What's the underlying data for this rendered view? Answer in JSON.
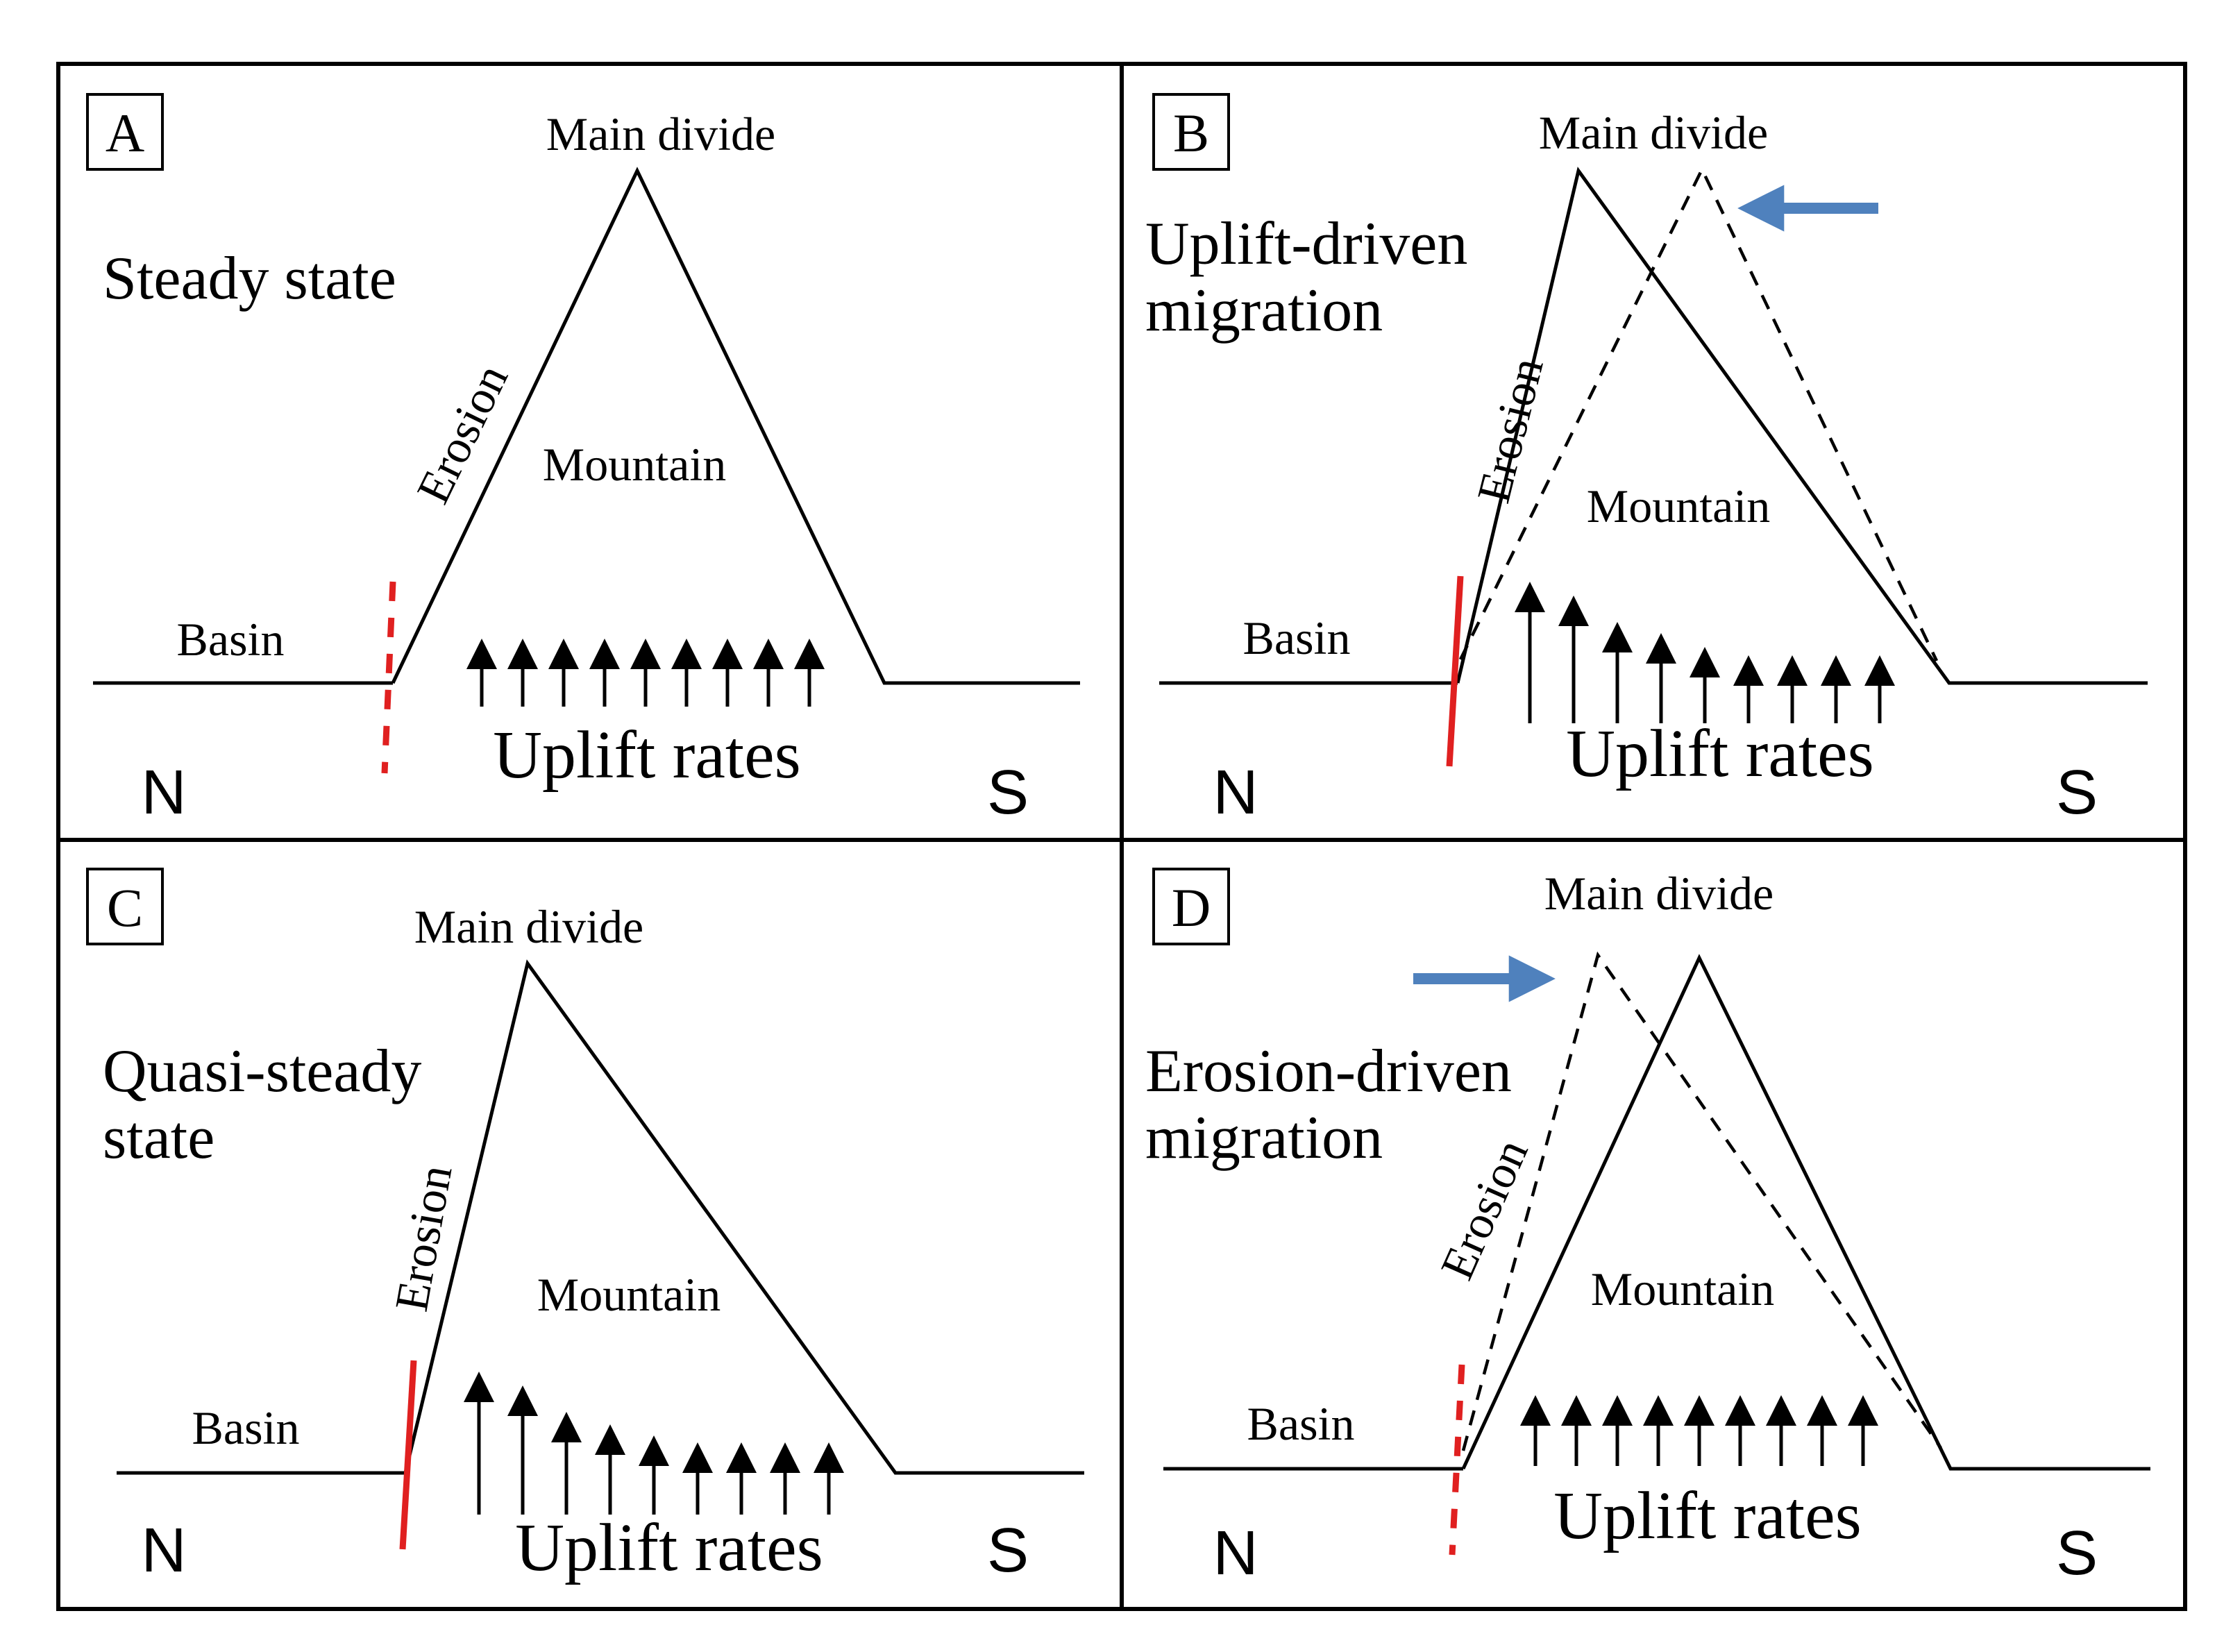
{
  "panels": [
    {
      "letter": "A",
      "title_lines": [
        "Steady state"
      ],
      "peak_label": "Main divide",
      "mountain_label": "Mountain",
      "basin_label": "Basin",
      "erosion_label": "Erosion",
      "uplift_label": "Uplift rates",
      "north": "N",
      "south": "S",
      "fault_style": "dashed",
      "shifted_divide": "none",
      "uplift_profile": "uniform"
    },
    {
      "letter": "B",
      "title_lines": [
        "Uplift-driven",
        "migration"
      ],
      "peak_label": "Main divide",
      "mountain_label": "Mountain",
      "basin_label": "Basin",
      "erosion_label": "Erosion",
      "uplift_label": "Uplift rates",
      "north": "N",
      "south": "S",
      "fault_style": "solid",
      "shifted_divide": "south",
      "migration_arrow": "pointing north",
      "uplift_profile": "decreasing to south"
    },
    {
      "letter": "C",
      "title_lines": [
        "Quasi-steady",
        "state"
      ],
      "peak_label": "Main divide",
      "mountain_label": "Mountain",
      "basin_label": "Basin",
      "erosion_label": "Erosion",
      "uplift_label": "Uplift rates",
      "north": "N",
      "south": "S",
      "fault_style": "solid",
      "shifted_divide": "none",
      "uplift_profile": "decreasing to south"
    },
    {
      "letter": "D",
      "title_lines": [
        "Erosion-driven",
        "migration"
      ],
      "peak_label": "Main divide",
      "mountain_label": "Mountain",
      "basin_label": "Basin",
      "erosion_label": "Erosion",
      "uplift_label": "Uplift rates",
      "north": "N",
      "south": "S",
      "fault_style": "dashed",
      "shifted_divide": "north",
      "migration_arrow": "pointing south",
      "uplift_profile": "uniform"
    }
  ],
  "colors": {
    "fault": "#e02020",
    "migration_arrow": "#4f81bd",
    "line": "#000000",
    "background": "#ffffff"
  }
}
